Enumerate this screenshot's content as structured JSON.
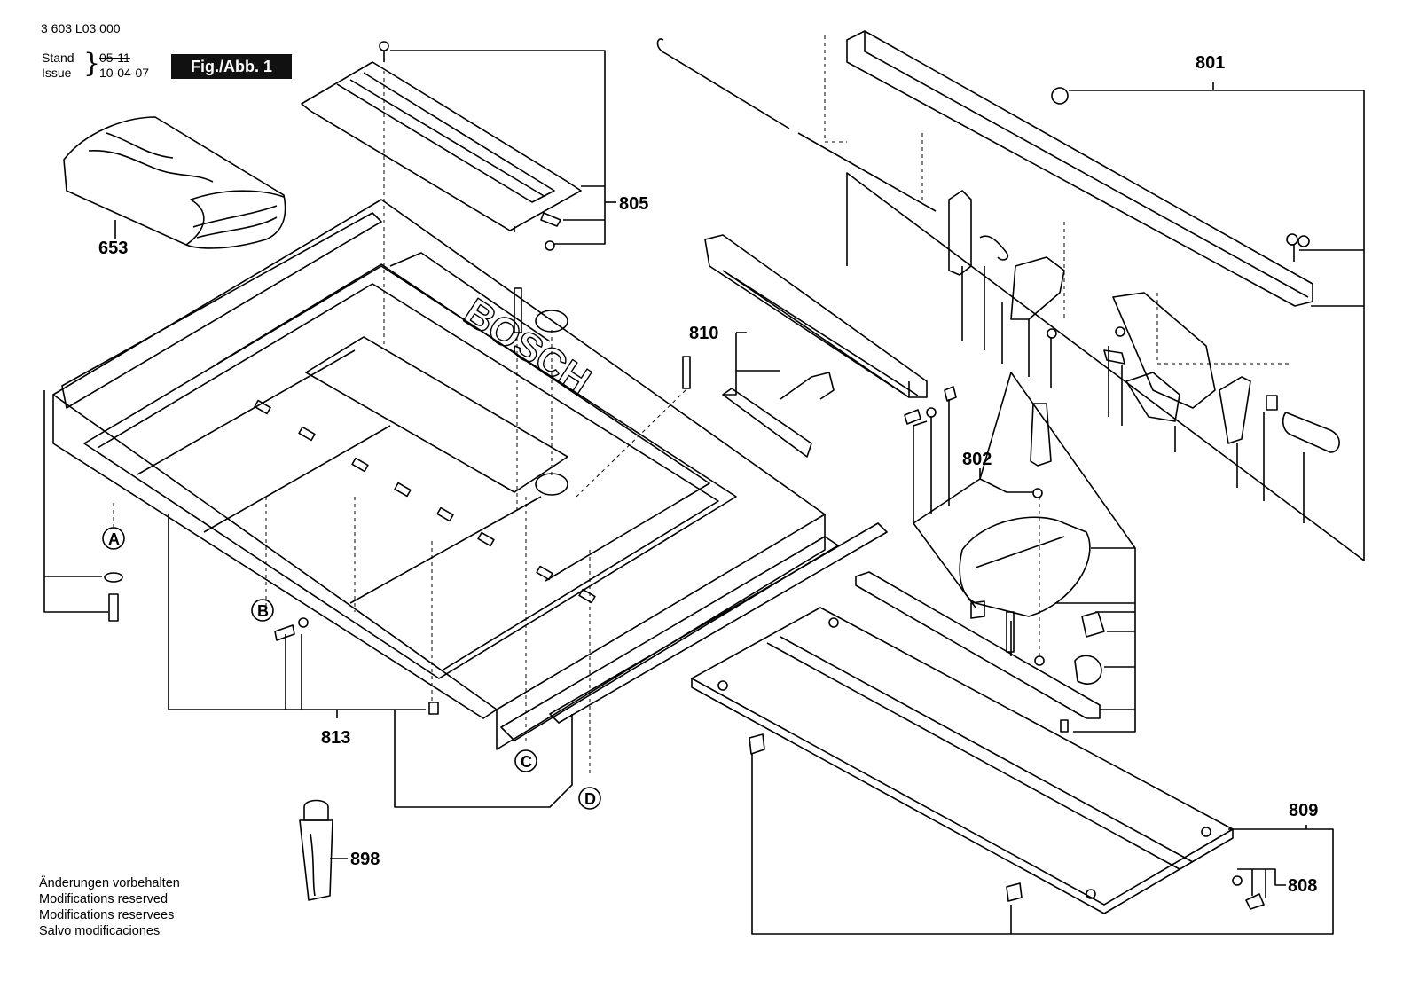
{
  "header": {
    "doc_number": "3 603 L03 000",
    "stand_label": "Stand",
    "issue_label": "Issue",
    "stand_date": "05-11",
    "issue_date": "10-04-07",
    "figure_label": "Fig./Abb. 1"
  },
  "part_numbers": {
    "p653": "653",
    "p805": "805",
    "p801": "801",
    "p810": "810",
    "p802": "802",
    "p813": "813",
    "p809": "809",
    "p808": "808",
    "p898": "898"
  },
  "callouts": {
    "a": "A",
    "b": "B",
    "c": "C",
    "d": "D"
  },
  "brand_text": "BOSCH",
  "footer_notes": [
    "Änderungen vorbehalten",
    "Modifications reserved",
    "Modifications reservees",
    "Salvo modificaciones"
  ]
}
